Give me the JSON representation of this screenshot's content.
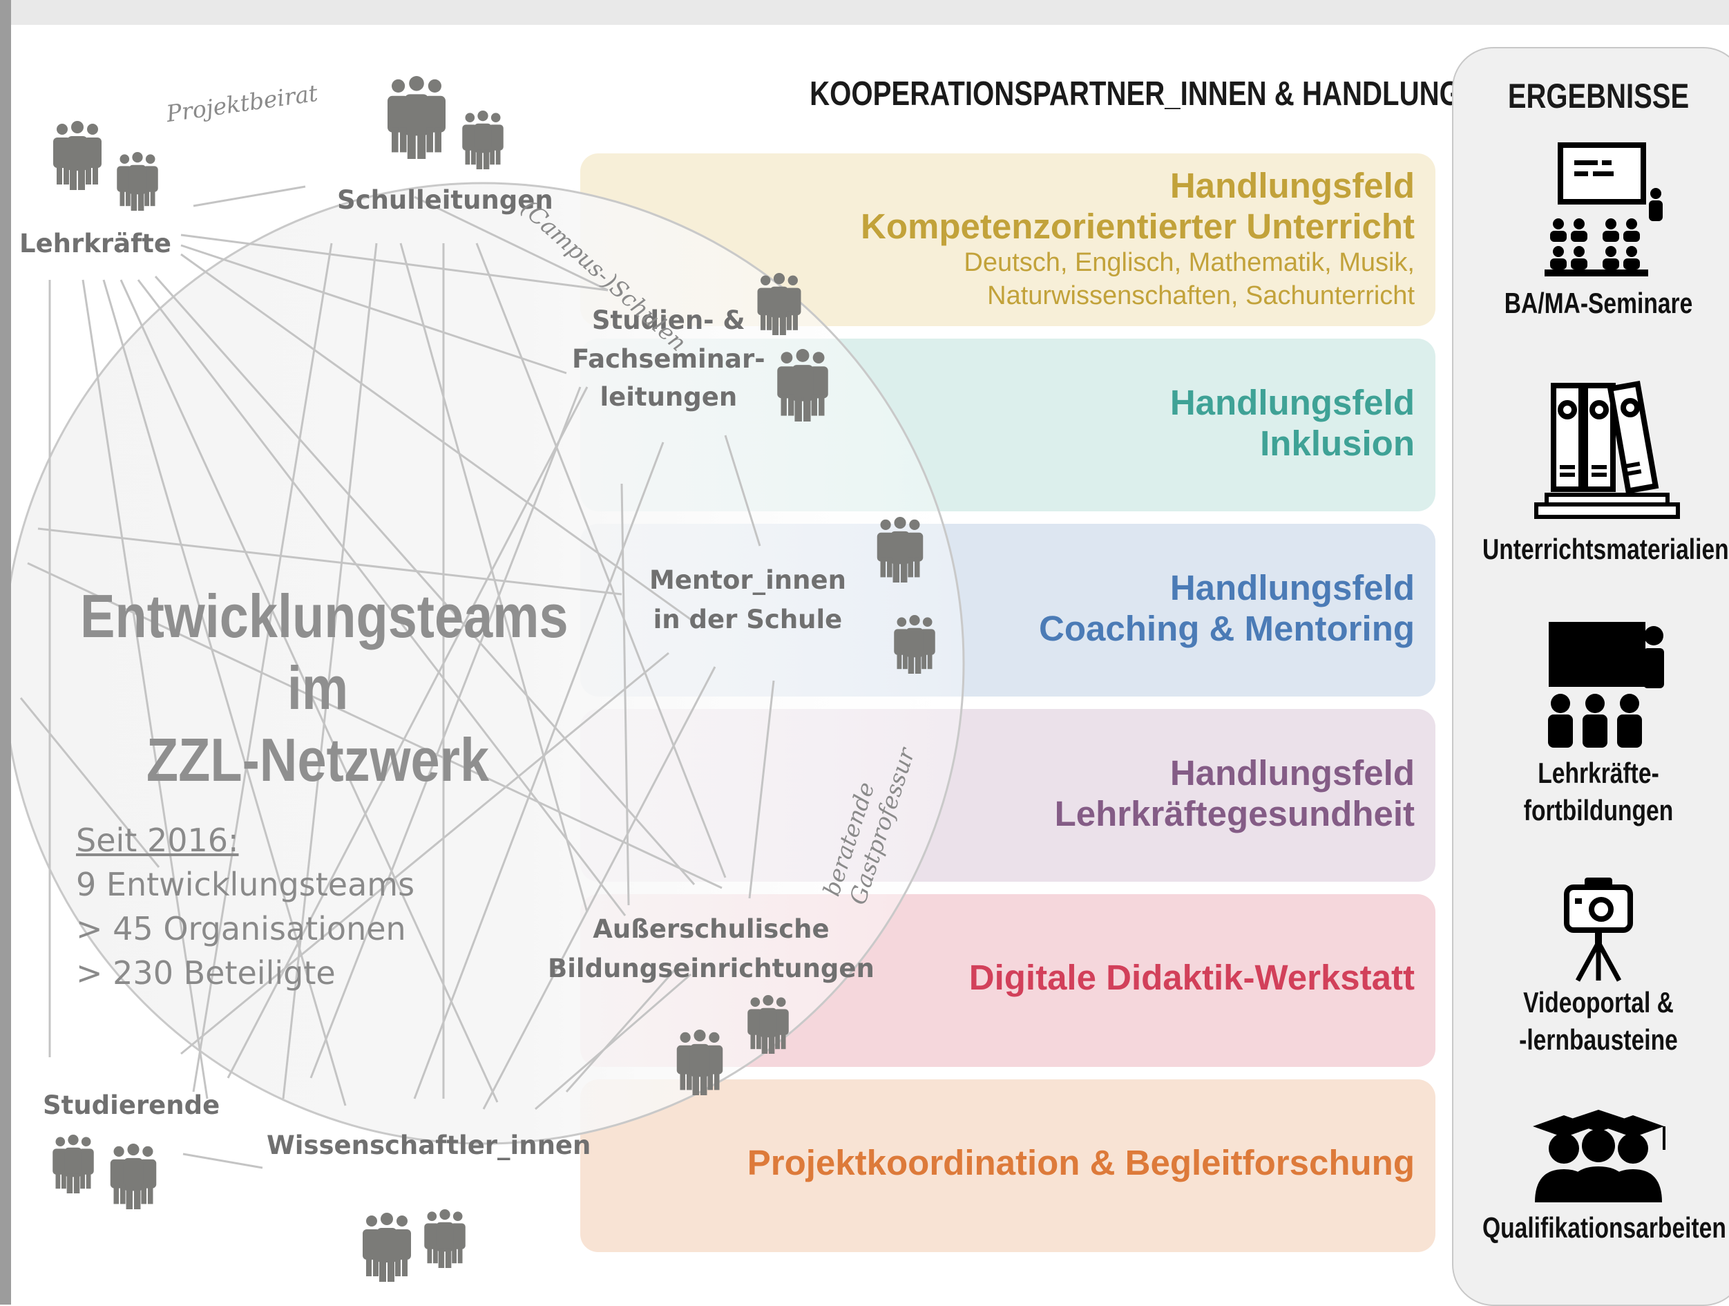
{
  "section_title": "KOOPERATIONSPARTNER_INNEN & HANDLUNGSFELDER",
  "bands": [
    {
      "title_lines": [
        "Handlungsfeld",
        "Kompetenzorientierter Unterricht"
      ],
      "sub_lines": [
        "Deutsch, Englisch, Mathematik, Musik,",
        "Naturwissenschaften, Sachunterricht"
      ],
      "color": "#c2a23a",
      "bg": "#f7efd8"
    },
    {
      "title_lines": [
        "Handlungsfeld",
        "Inklusion"
      ],
      "sub_lines": [],
      "color": "#3fa296",
      "bg": "#dcefec"
    },
    {
      "title_lines": [
        "Handlungsfeld",
        "Coaching & Mentoring"
      ],
      "sub_lines": [],
      "color": "#4b7bb6",
      "bg": "#dde6f1"
    },
    {
      "title_lines": [
        "Handlungsfeld",
        "Lehrkräftegesundheit"
      ],
      "sub_lines": [],
      "color": "#845c86",
      "bg": "#ebe1ea"
    },
    {
      "title_lines": [
        "Digitale Didaktik-Werkstatt"
      ],
      "sub_lines": [],
      "color": "#d2405a",
      "bg": "#f5d7dc"
    },
    {
      "title_lines": [
        "Projektkoordination & Begleitforschung"
      ],
      "sub_lines": [],
      "color": "#dd7a3a",
      "bg": "#f8e3d4"
    }
  ],
  "network": {
    "title_lines": [
      "Entwicklungsteams im",
      "ZZL-Netzwerk"
    ],
    "nodes": {
      "lehrkraefte": "Lehrkräfte",
      "schulleitungen": "Schulleitungen",
      "studienseminar_lines": [
        "Studien- &",
        "Fachseminar-",
        "leitungen"
      ],
      "mentoren_lines": [
        "Mentor_innen",
        "in der Schule"
      ],
      "ausserschulische_lines": [
        "Außerschulische",
        "Bildungseinrichtungen"
      ],
      "studierende": "Studierende",
      "wissenschaftler": "Wissenschaftler_innen"
    },
    "arc_labels": {
      "projektbeirat": "Projektbeirat",
      "campus_schulen": "(Campus-)Schulen",
      "gastprofessur_lines": [
        "beratende",
        "Gastprofessur"
      ]
    },
    "stats": {
      "head": "Seit 2016:",
      "lines": [
        "9 Entwicklungsteams",
        "> 45 Organisationen",
        "> 230 Beteiligte"
      ]
    }
  },
  "results": {
    "title": "ERGEBNISSE",
    "items": [
      {
        "label_lines": [
          "BA/MA-Seminare"
        ],
        "icon": "seminar-presentation-icon"
      },
      {
        "label_lines": [
          "Unterrichtsmaterialien"
        ],
        "icon": "binders-icon"
      },
      {
        "label_lines": [
          "Lehrkräfte-",
          "fortbildungen"
        ],
        "icon": "teacher-board-icon"
      },
      {
        "label_lines": [
          "Videoportal &",
          "-lernbausteine"
        ],
        "icon": "camera-tripod-icon"
      },
      {
        "label_lines": [
          "Qualifikationsarbeiten"
        ],
        "icon": "graduates-icon"
      }
    ]
  }
}
